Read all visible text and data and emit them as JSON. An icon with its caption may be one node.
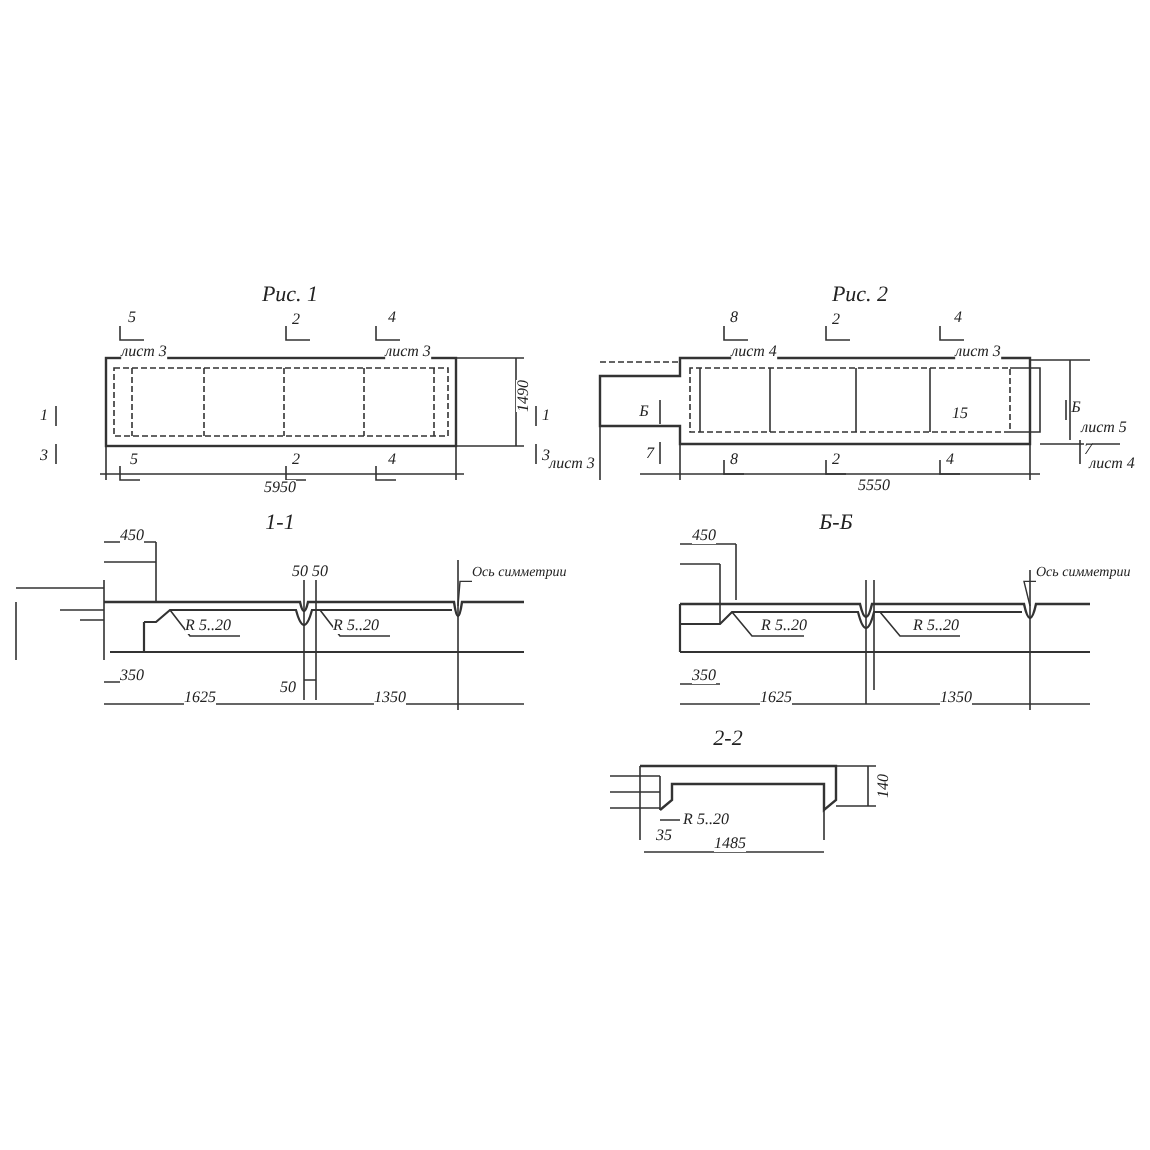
{
  "diagram": {
    "nodes": [
      {
        "text": [
          "Ось симметрии"
        ]
      },
      {
        "text": [
          "Ось симметрии"
        ]
      }
    ],
    "edges": [
      {
        "from": 0,
        "to": null,
        "arrow": "none"
      },
      {
        "from": 1,
        "to": null,
        "arrow": "none"
      }
    ],
    "labels": [
      "Рис. 1",
      "5",
      "лист 3",
      "2",
      "4",
      "лист 3",
      "1",
      "3",
      "1",
      "5",
      "2",
      "4",
      "3",
      "лист 3",
      "5950",
      "1490",
      "Рис. 2",
      "8",
      "лист 4",
      "2",
      "4",
      "лист 3",
      "Б",
      "Б",
      "лист 5",
      "15",
      "7",
      "8",
      "2",
      "4",
      "7",
      "лист 4",
      "5550",
      "1-1",
      "450",
      "R 5..20",
      "R 5..20",
      "350",
      "1625",
      "1350",
      "50",
      "50 50",
      "Б-Б",
      "450",
      "R 5..20",
      "R 5..20",
      "350",
      "1625",
      "1350",
      "2-2",
      "1485",
      "R 5..20",
      "140",
      "35"
    ]
  }
}
